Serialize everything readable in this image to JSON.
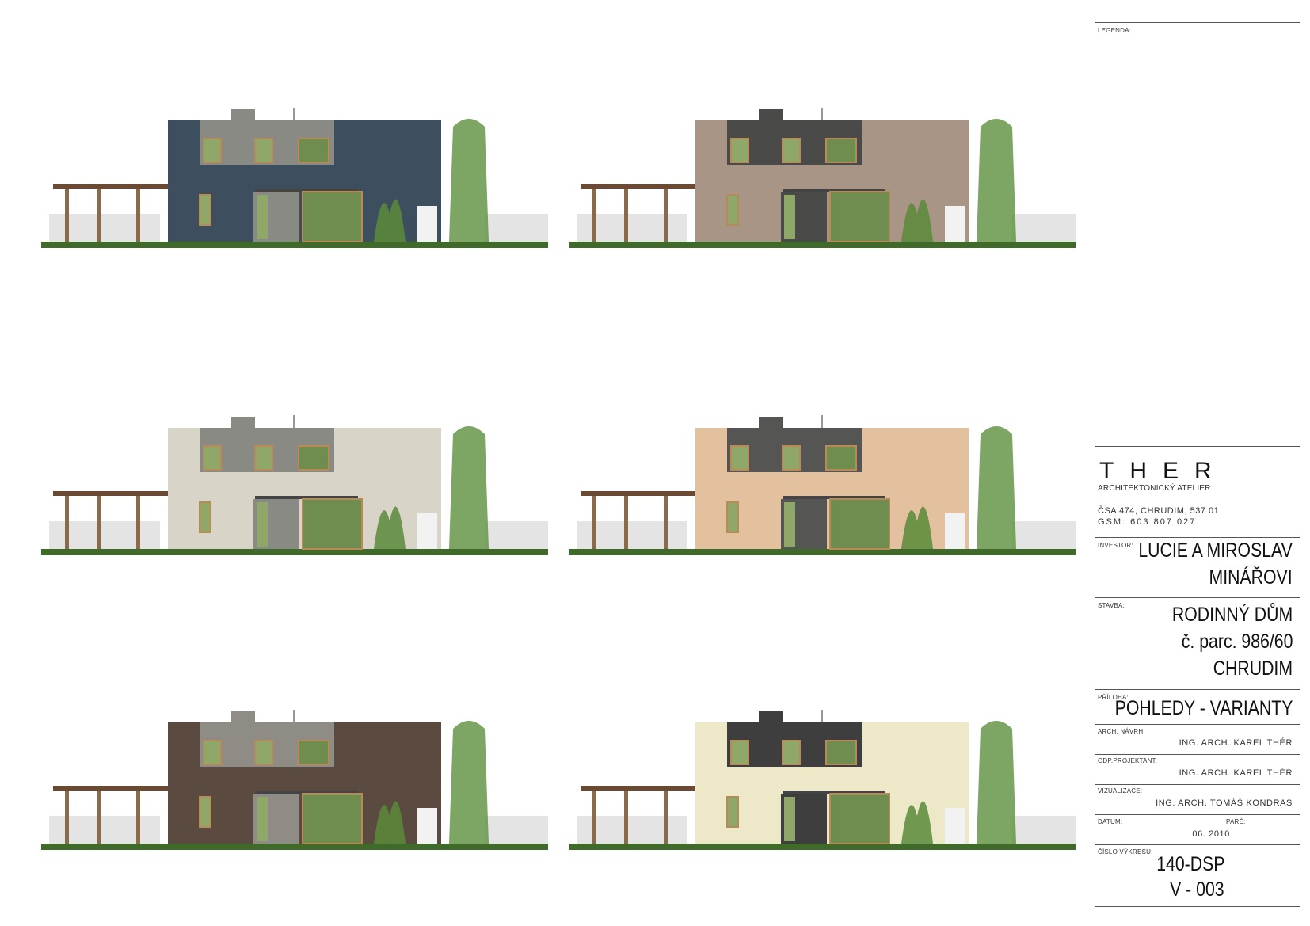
{
  "legend_label": "LEGENDA:",
  "studio": {
    "logo": "THER",
    "subtitle": "ARCHITEKTONICKÝ ATELIER",
    "address": "ČSA 474, CHRUDIM, 537 01",
    "phone": "GSM: 603 807 027"
  },
  "investor": {
    "label": "INVESTOR:",
    "line1": "LUCIE A MIROSLAV",
    "line2": "MINÁŘOVI"
  },
  "stavba": {
    "label": "STAVBA:",
    "line1": "RODINNÝ DŮM",
    "line2": "č. parc. 986/60",
    "line3": "CHRUDIM"
  },
  "priloha": {
    "label": "PŘÍLOHA:",
    "value": "POHLEDY - VARIANTY"
  },
  "arch_navrh": {
    "label": "ARCH. NÁVRH:",
    "value": "ING. ARCH. KAREL THÉR"
  },
  "odp_projektant": {
    "label": "ODP.PROJEKTANT:",
    "value": "ING. ARCH. KAREL THÉR"
  },
  "vizualizace": {
    "label": "VIZUALIZACE:",
    "value": "ING. ARCH. TOMÁŠ KONDRAS"
  },
  "datum": {
    "label": "DATUM:",
    "value": "06. 2010",
    "pare_label": "PARÉ:"
  },
  "cislo": {
    "label": "ČÍSLO VÝKRESU:",
    "line1": "140-DSP",
    "line2": "V - 003"
  },
  "variants": [
    {
      "facade": "#3d4f5e",
      "band": "#8a8a85"
    },
    {
      "facade": "#a89585",
      "band": "#4a4a48"
    },
    {
      "facade": "#d8d5c8",
      "band": "#8a8a85"
    },
    {
      "facade": "#e3c09e",
      "band": "#555553"
    },
    {
      "facade": "#5a4a40",
      "band": "#8f8c86"
    },
    {
      "facade": "#ece8c8",
      "band": "#3e3e3e"
    }
  ]
}
